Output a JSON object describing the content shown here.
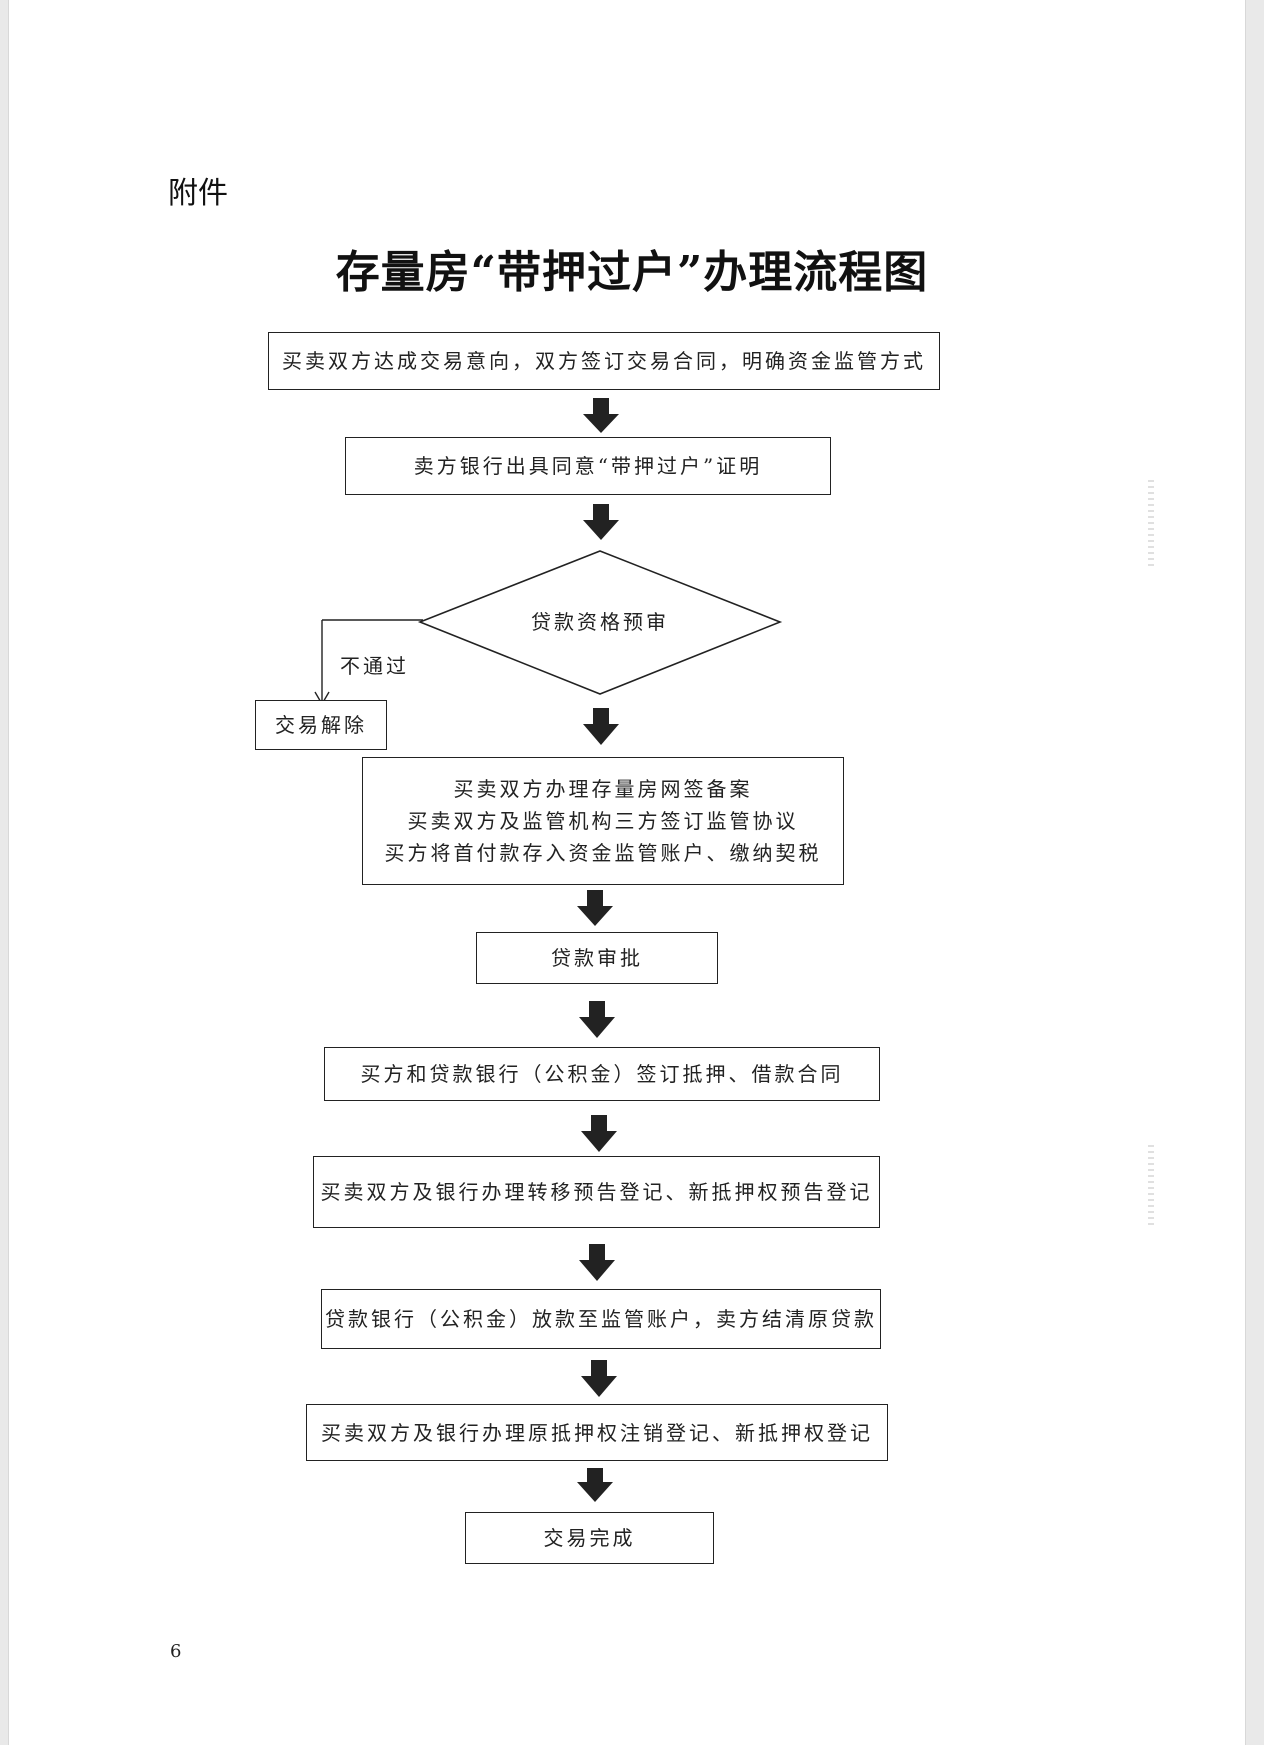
{
  "attachment_label": "附件",
  "title": "存量房“带押过户”办理流程图",
  "steps": [
    "买卖双方达成交易意向，双方签订交易合同，明确资金监管方式",
    "卖方银行出具同意“带押过户”证明",
    "贷款资格预审",
    "买卖双方办理存量房网签备案",
    "买卖双方及监管机构三方签订监管协议",
    "买方将首付款存入资金监管账户、缴纳契税",
    "贷款审批",
    "买方和贷款银行（公积金）签订抵押、借款合同",
    "买卖双方及银行办理转移预告登记、新抵押权预告登记",
    "贷款银行（公积金）放款至监管账户，卖方结清原贷款",
    "买卖双方及银行办理原抵押权注销登记、新抵押权登记",
    "交易完成"
  ],
  "branch": {
    "label": "不通过",
    "target": "交易解除"
  },
  "page_number": "6"
}
